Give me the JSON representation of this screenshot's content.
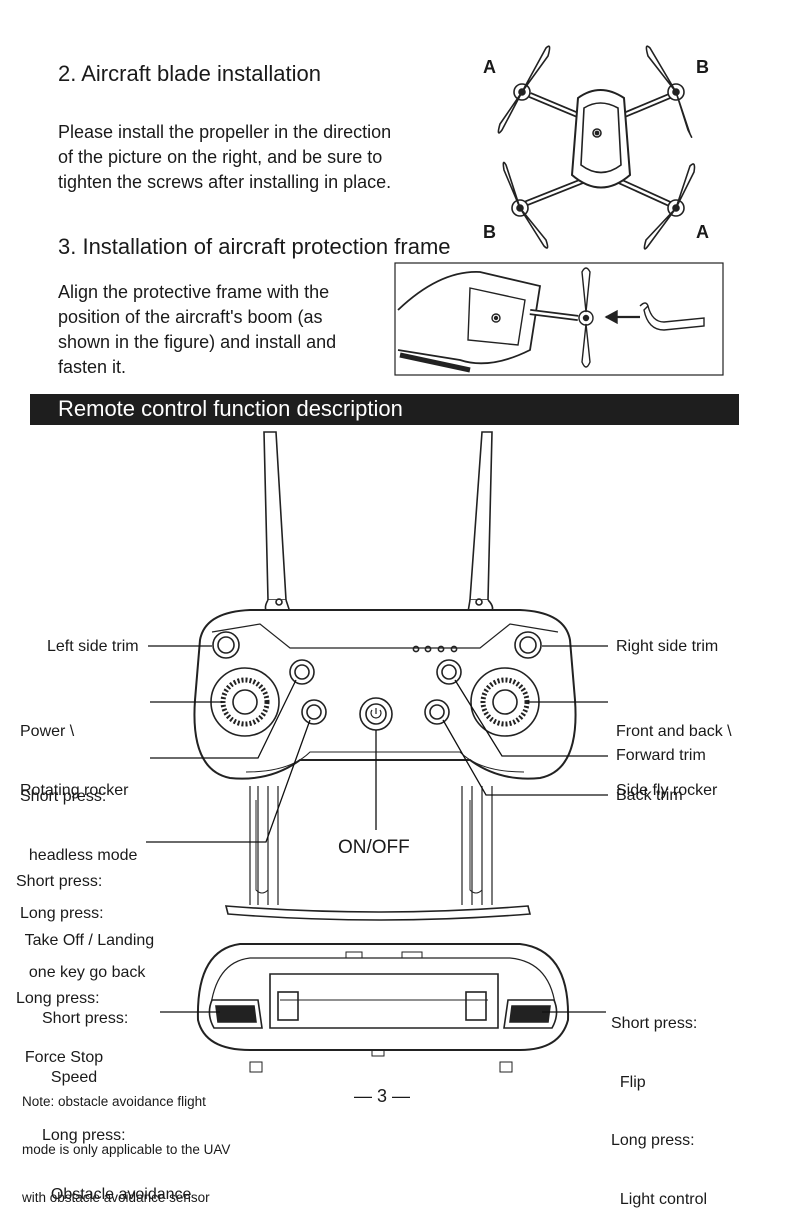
{
  "section2": {
    "title": "2. Aircraft blade installation",
    "paragraph": [
      "Please install the propeller in the direction",
      "of the picture on the right, and be sure to",
      "tighten the screws after installing in place."
    ],
    "prop_labels": {
      "top_left": "A",
      "top_right": "B",
      "bottom_left": "B",
      "bottom_right": "A"
    }
  },
  "section3": {
    "title": "3. Installation of aircraft protection frame",
    "paragraph": [
      "Align the protective frame with the",
      "position of the aircraft's boom (as",
      "shown in the figure) and install and",
      "fasten it."
    ]
  },
  "banner": {
    "title": "Remote control function description"
  },
  "controller_labels": {
    "left_side_trim": "Left side trim",
    "power_rotating": [
      "Power \\",
      "Rotating rocker"
    ],
    "headless": [
      "Short press:",
      "  headless mode",
      "Long press:",
      "  one key go back"
    ],
    "takeoff": [
      "Short press:",
      "  Take Off / Landing",
      "Long press:",
      "  Force Stop"
    ],
    "right_side_trim": "Right side trim",
    "front_back": [
      "Front and back \\",
      "Side fly rocker"
    ],
    "forward_trim": "Forward trim",
    "back_trim": "Back trim",
    "on_off": "ON/OFF"
  },
  "bottom_labels": {
    "speed": [
      "Short press:",
      "  Speed",
      "Long press:",
      "  Obstacle avoidance"
    ],
    "flip": [
      "Short press:",
      "  Flip",
      "Long press:",
      "  Light control"
    ]
  },
  "note": [
    "Note: obstacle avoidance flight",
    "mode is only applicable to the UAV",
    "with obstacle avoidance sensor"
  ],
  "page_number": "— 3 —"
}
